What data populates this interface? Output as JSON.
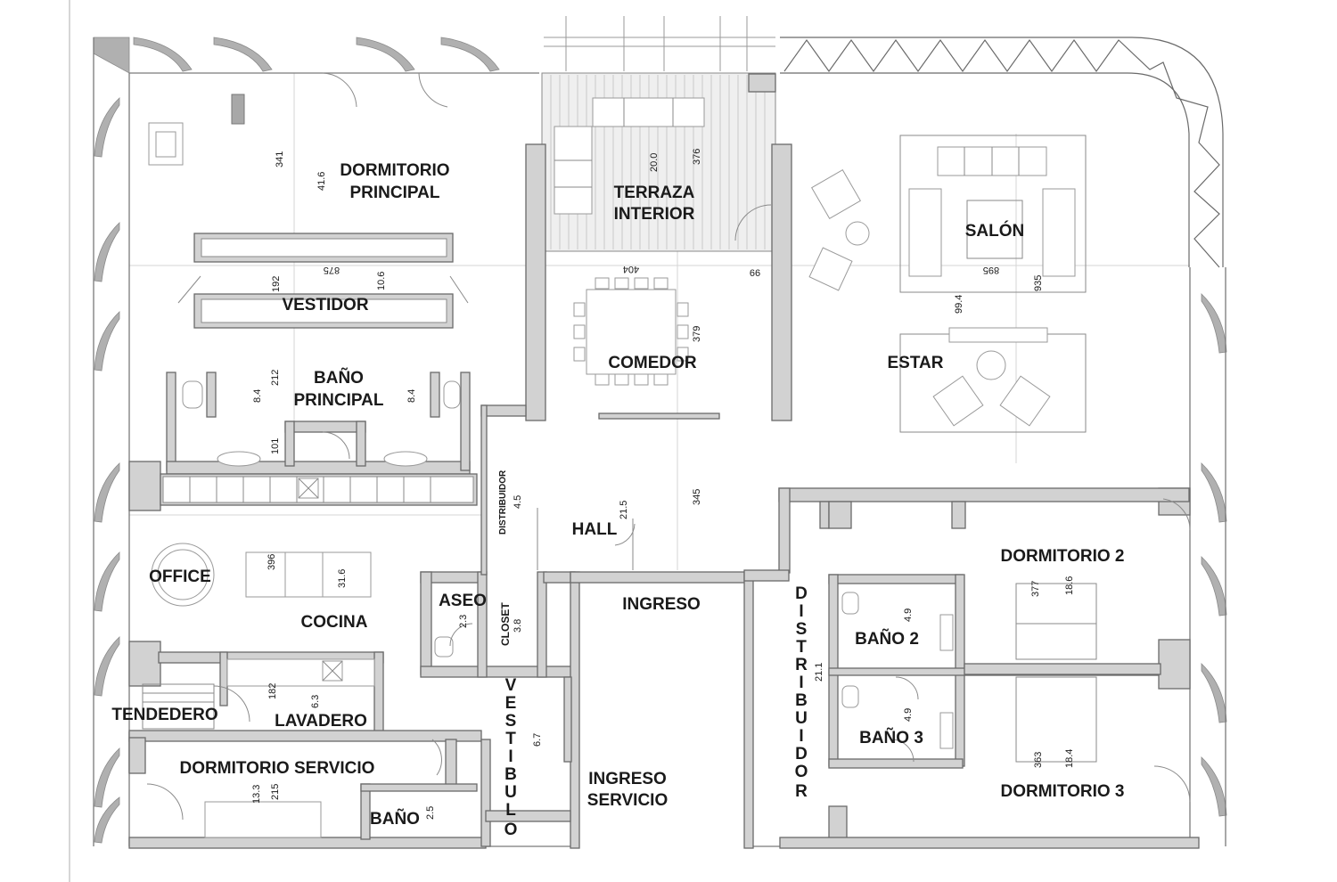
{
  "rooms": {
    "dormitorio_principal": [
      "DORMITORIO",
      "PRINCIPAL"
    ],
    "terraza_interior": [
      "TERRAZA",
      "INTERIOR"
    ],
    "salon": "SALÓN",
    "vestidor": "VESTIDOR",
    "comedor": "COMEDOR",
    "estar": "ESTAR",
    "bano_principal": [
      "BAÑO",
      "PRINCIPAL"
    ],
    "distribuidor_small": "DISTRIBUIDOR",
    "hall": "HALL",
    "office": "OFFICE",
    "cocina": "COCINA",
    "aseo": "ASEO",
    "closet": "CLOSET",
    "ingreso": "INGRESO",
    "dormitorio_2": "DORMITORIO 2",
    "bano_2": "BAÑO 2",
    "bano_3": "BAÑO 3",
    "dormitorio_3": "DORMITORIO 3",
    "tendedero": "TENDEDERO",
    "lavadero": "LAVADERO",
    "dormitorio_servicio": "DORMITORIO SERVICIO",
    "bano": "BAÑO",
    "ingreso_servicio": [
      "INGRESO",
      "SERVICIO"
    ],
    "vestibulo_letters": [
      "V",
      "E",
      "S",
      "T",
      "I",
      "B",
      "U",
      "L",
      "O"
    ],
    "distribuidor_letters": [
      "D",
      "I",
      "S",
      "T",
      "R",
      "I",
      "B",
      "U",
      "I",
      "D",
      "O",
      "R"
    ]
  },
  "dims": {
    "dp_341": "341",
    "dp_416": "41.6",
    "ti_200": "20.0",
    "ti_376": "376",
    "v_875": "875",
    "v_192": "192",
    "v_106": "10.6",
    "com_404": "404",
    "com_66": "66",
    "com_379": "379",
    "sal_895": "895",
    "sal_935": "935",
    "sal_994": "99.4",
    "bp_212": "212",
    "bp_84a": "8.4",
    "bp_84b": "8.4",
    "bp_101": "101",
    "dist_45": "4.5",
    "hall_215": "21.5",
    "hall_345": "345",
    "coc_396": "396",
    "coc_316": "31.6",
    "aseo_23": "2.3",
    "closet_38": "3.8",
    "d2_377": "377",
    "d2_186": "18.6",
    "b2_49": "4.9",
    "b3_49": "4.9",
    "dist_211": "21.1",
    "lav_182": "182",
    "lav_63": "6.3",
    "vest_67": "6.7",
    "ds_133": "13.3",
    "ds_215": "215",
    "bano_25": "2.5",
    "d3_363": "363",
    "d3_184": "18.4"
  },
  "colors": {
    "wall": "#d2d2d2",
    "outline": "#6a6a6a",
    "text": "#1a1a1a",
    "hatch": "#a9a9a9"
  }
}
